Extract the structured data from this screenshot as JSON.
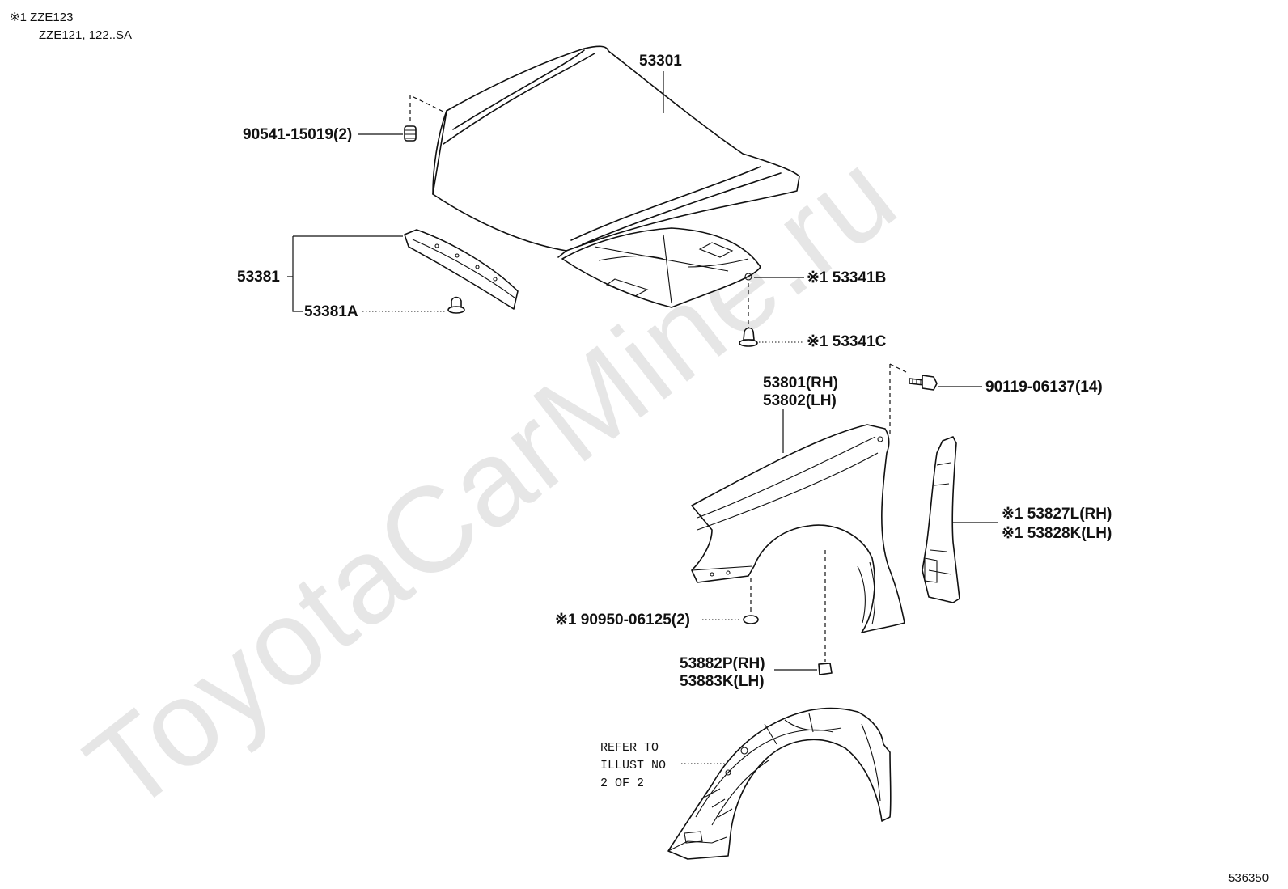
{
  "legend": {
    "line1": "※1 ZZE123",
    "line2": "ZZE121, 122..SA"
  },
  "watermark": "ToyotaCarMine.ru",
  "illustration_number": "536350",
  "refer_note": [
    "REFER TO",
    "ILLUST NO",
    "2 OF 2"
  ],
  "callouts": {
    "hood": "53301",
    "hood_cushion": "90541-15019(2)",
    "seal": "53381",
    "seal_clip": "53381A",
    "insulator": "※1 53341B",
    "insulator_clip": "※1 53341C",
    "bolt": "90119-06137(14)",
    "fender_rh": "53801(RH)",
    "fender_lh": "53802(LH)",
    "seal_panel_rh": "※1 53827L(RH)",
    "seal_panel_lh": "※1 53828K(LH)",
    "plug": "※1 90950-06125(2)",
    "bracket_rh": "53882P(RH)",
    "bracket_lh": "53883K(LH)"
  }
}
